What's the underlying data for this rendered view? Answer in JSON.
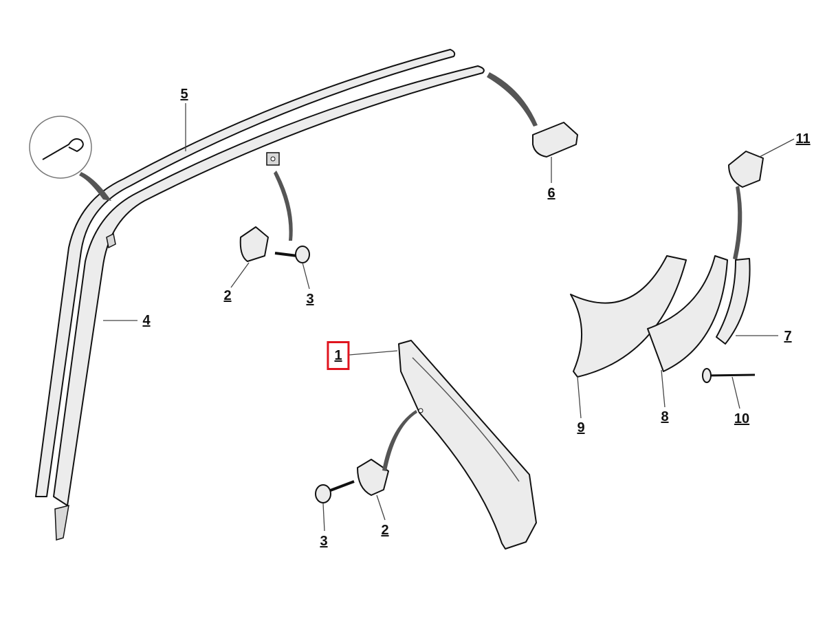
{
  "diagram": {
    "selected_callout": "1",
    "highlight_color": "#e0141e",
    "callouts": [
      {
        "id": "c1",
        "label": "1"
      },
      {
        "id": "c2a",
        "label": "2"
      },
      {
        "id": "c2b",
        "label": "2"
      },
      {
        "id": "c3a",
        "label": "3"
      },
      {
        "id": "c3b",
        "label": "3"
      },
      {
        "id": "c4",
        "label": "4"
      },
      {
        "id": "c5",
        "label": "5"
      },
      {
        "id": "c6",
        "label": "6"
      },
      {
        "id": "c7",
        "label": "7"
      },
      {
        "id": "c8",
        "label": "8"
      },
      {
        "id": "c9",
        "label": "9"
      },
      {
        "id": "c10",
        "label": "10"
      },
      {
        "id": "c11",
        "label": "11"
      }
    ]
  }
}
